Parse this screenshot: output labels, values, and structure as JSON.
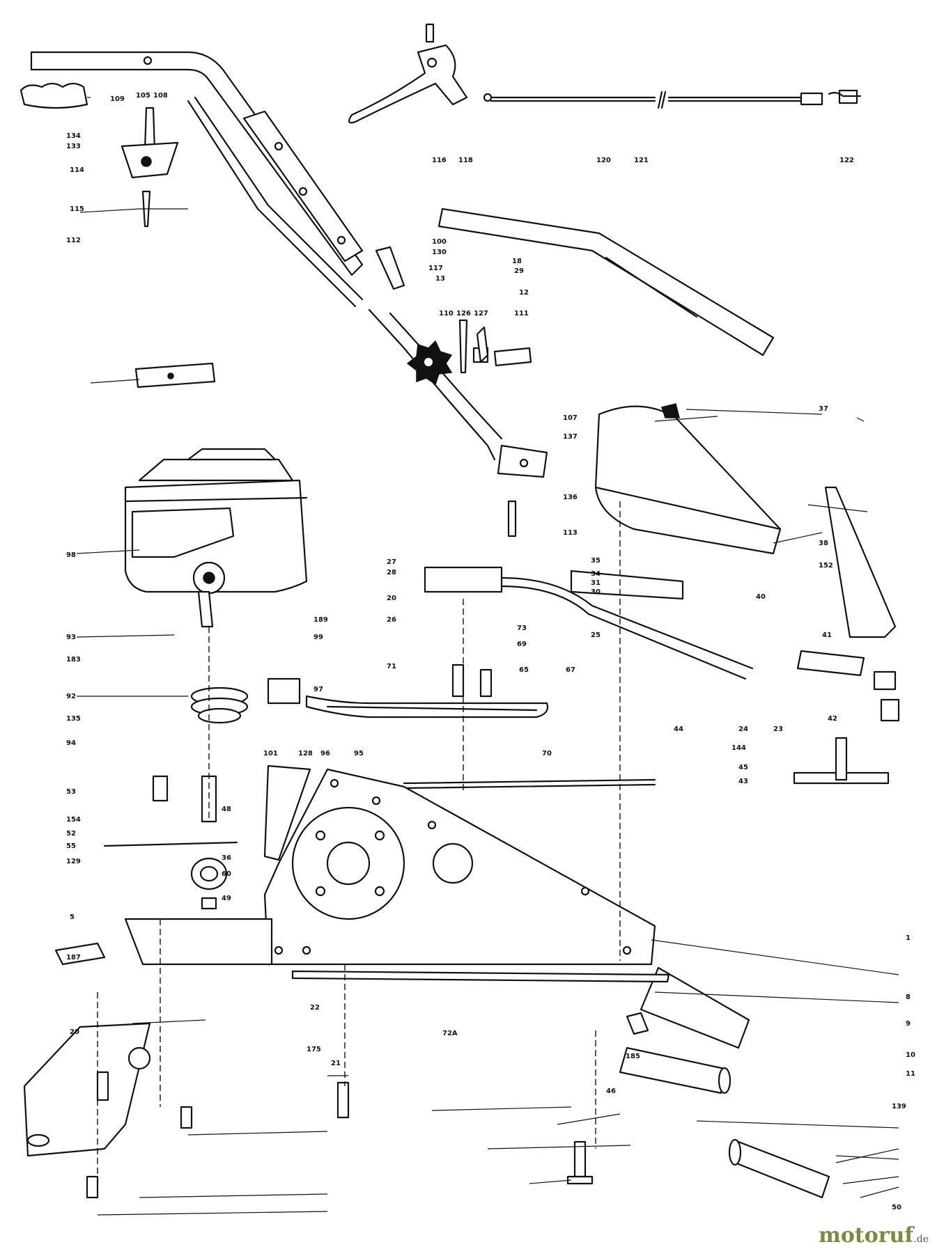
{
  "diagram": {
    "labels": [
      "109",
      "105",
      "108",
      "134",
      "133",
      "114",
      "115",
      "112",
      "116",
      "118",
      "120",
      "121",
      "122",
      "100",
      "130",
      "13",
      "18",
      "29",
      "12",
      "117",
      "110",
      "126",
      "127",
      "111",
      "107",
      "137",
      "136",
      "113",
      "37",
      "38",
      "152",
      "98",
      "93",
      "183",
      "92",
      "135",
      "94",
      "27",
      "26",
      "20",
      "28",
      "189",
      "99",
      "97",
      "101",
      "128",
      "96",
      "95",
      "73",
      "69",
      "71",
      "65",
      "67",
      "70",
      "35",
      "34",
      "31",
      "30",
      "25",
      "40",
      "41",
      "44",
      "24",
      "23",
      "42",
      "144",
      "45",
      "43",
      "53",
      "48",
      "154",
      "52",
      "55",
      "36",
      "129",
      "60",
      "49",
      "5",
      "187",
      "1",
      "72A",
      "8",
      "9",
      "185",
      "10",
      "11",
      "46",
      "22",
      "175",
      "21",
      "20",
      "139",
      "50"
    ]
  },
  "watermark": {
    "brand": "motoruf",
    "tld": ".de"
  }
}
